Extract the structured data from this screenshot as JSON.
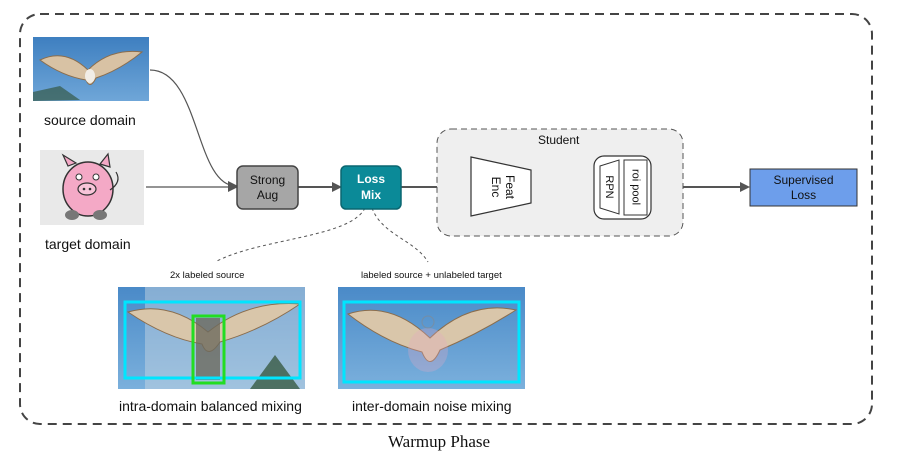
{
  "phase_title": "Warmup Phase",
  "source": {
    "label": "source domain",
    "image_icon": "owl-photo"
  },
  "target": {
    "label": "target domain",
    "image_icon": "pig-cartoon"
  },
  "strong_aug": {
    "line1": "Strong",
    "line2": "Aug"
  },
  "loss_mix": {
    "line1": "Loss",
    "line2": "Mix"
  },
  "student": {
    "title": "Student",
    "feat_enc": {
      "line1": "Feat",
      "line2": "Enc"
    },
    "rpn": "RPN",
    "roi_pool": "roi pool"
  },
  "supervised_loss": {
    "line1": "Supervised",
    "line2": "Loss"
  },
  "mixing": {
    "intra": {
      "caption": "2x labeled source",
      "label": "intra-domain balanced mixing",
      "image_icon": "mixed-owl-photo"
    },
    "inter": {
      "caption": "labeled source + unlabeled target",
      "label": "inter-domain noise mixing",
      "image_icon": "mixed-owl-photo"
    }
  },
  "colors": {
    "strong_aug_fill": "#a6a6a6",
    "loss_mix_fill": "#0b8a98",
    "supervised_loss_fill": "#6d9eeb",
    "bbox_cyan": "#00e5ff",
    "bbox_green": "#22dd22",
    "student_fill": "#efefef"
  }
}
